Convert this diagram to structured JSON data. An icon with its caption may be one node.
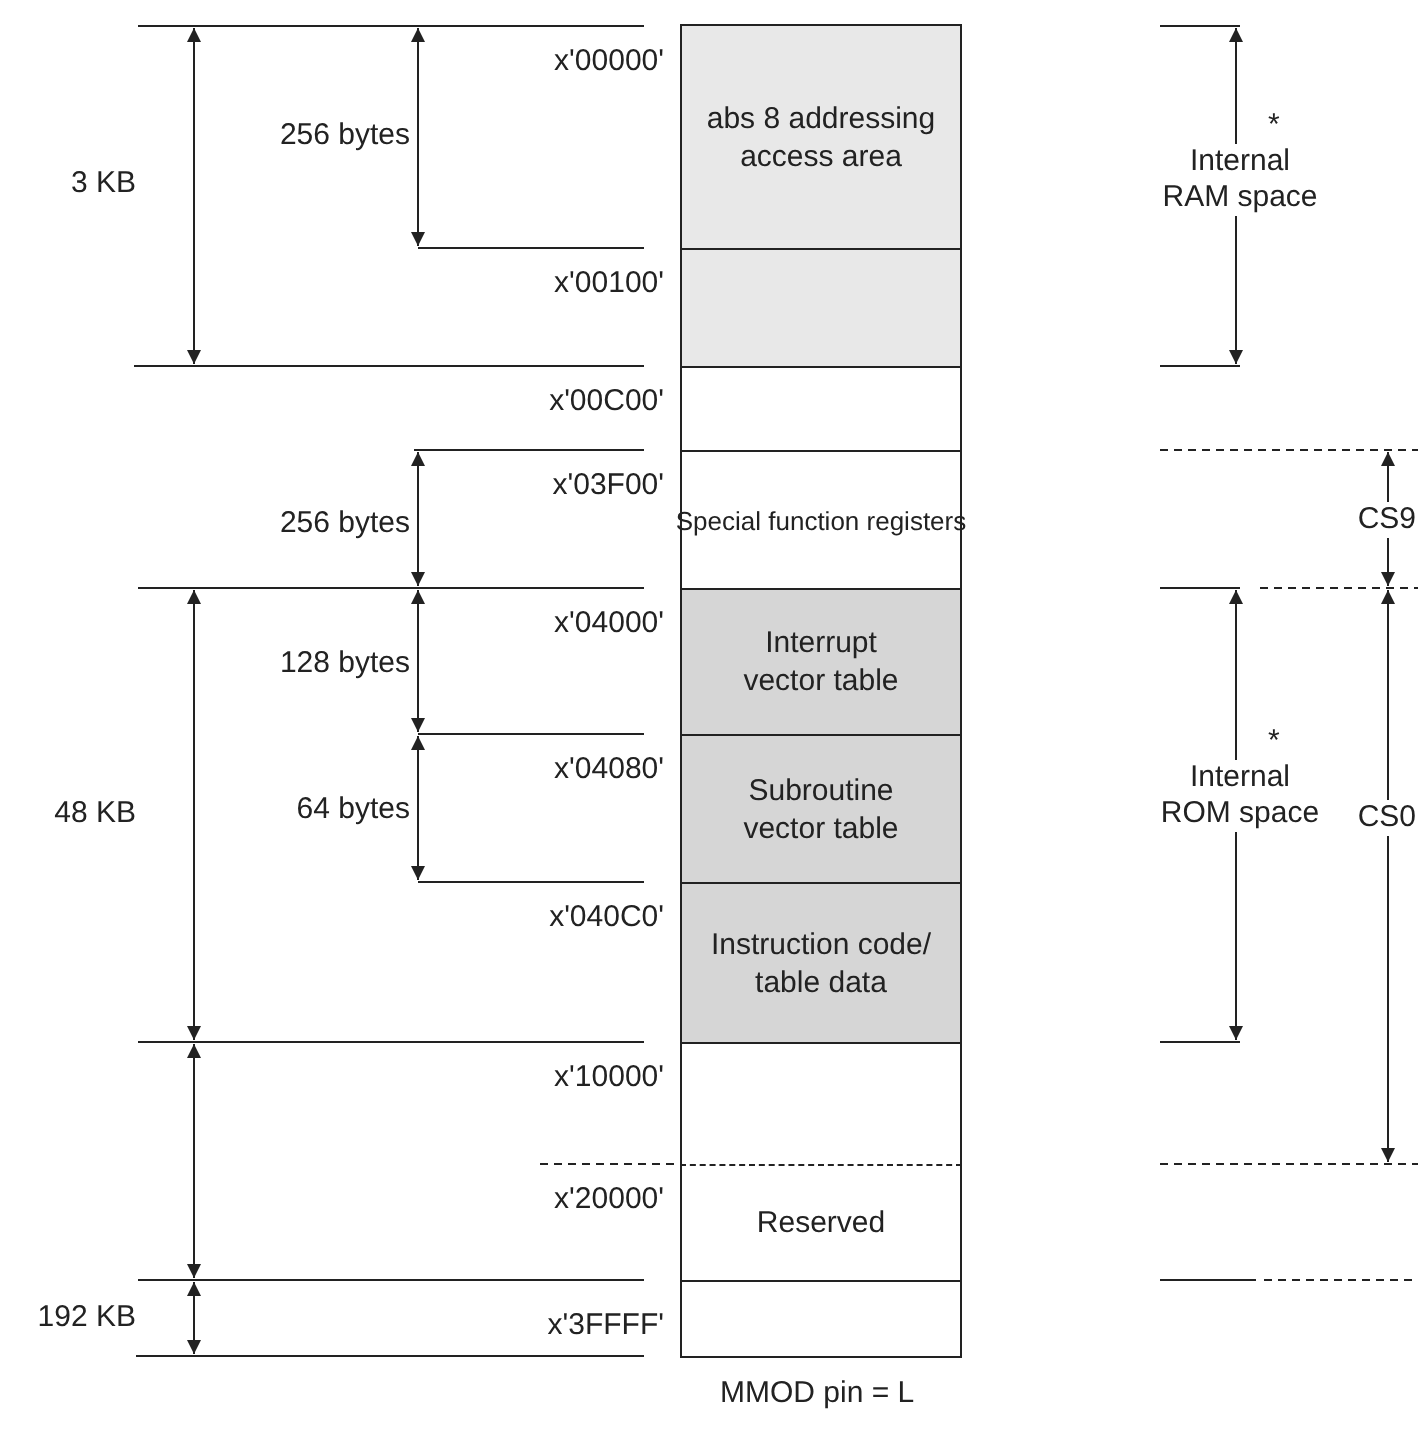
{
  "diagram": {
    "caption": "MMOD pin = L",
    "nodes": [
      {
        "text": [
          "abs 8 addressing access area"
        ]
      },
      {
        "text": [],
        "shape": "box"
      },
      {
        "text": [],
        "shape": "box"
      },
      {
        "text": [
          "Special function registers"
        ]
      },
      {
        "text": [
          "Interrupt vector table"
        ]
      },
      {
        "text": [
          "Subroutine vector table"
        ]
      },
      {
        "text": [
          "Instruction code/ table data"
        ]
      },
      {
        "text": [],
        "shape": "box"
      },
      {
        "text": [
          "Reserved"
        ]
      },
      {
        "text": [],
        "shape": "box"
      }
    ],
    "edges": [],
    "labels": [
      "x'00000'",
      "256 bytes",
      "3 KB",
      "*",
      "Internal RAM space",
      "x'00100'",
      "x'00C00'",
      "x'03F00'",
      "256 bytes",
      "CS9",
      "x'04000'",
      "128 bytes",
      "*",
      "Internal ROM space",
      "CS0",
      "x'04080'",
      "48 KB",
      "64 bytes",
      "x'040C0'",
      "x'10000'",
      "x'20000'",
      "x'3FFFF'",
      "192 KB"
    ]
  }
}
